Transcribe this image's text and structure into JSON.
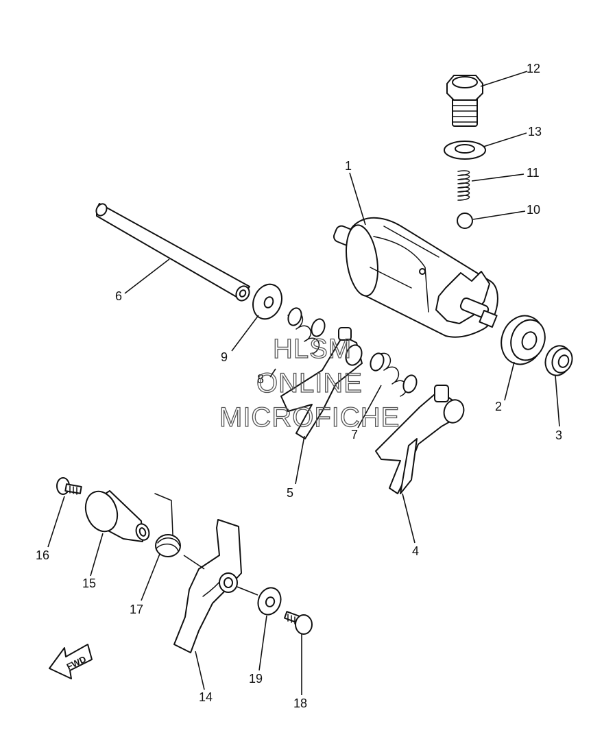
{
  "watermark": [
    "HLSM",
    "ONLINE",
    "MICROFICHE"
  ],
  "direction_badge": "FWD",
  "callouts": [
    "1",
    "2",
    "3",
    "4",
    "5",
    "6",
    "7",
    "8",
    "9",
    "10",
    "11",
    "12",
    "13",
    "14",
    "15",
    "16",
    "17",
    "18",
    "19"
  ]
}
